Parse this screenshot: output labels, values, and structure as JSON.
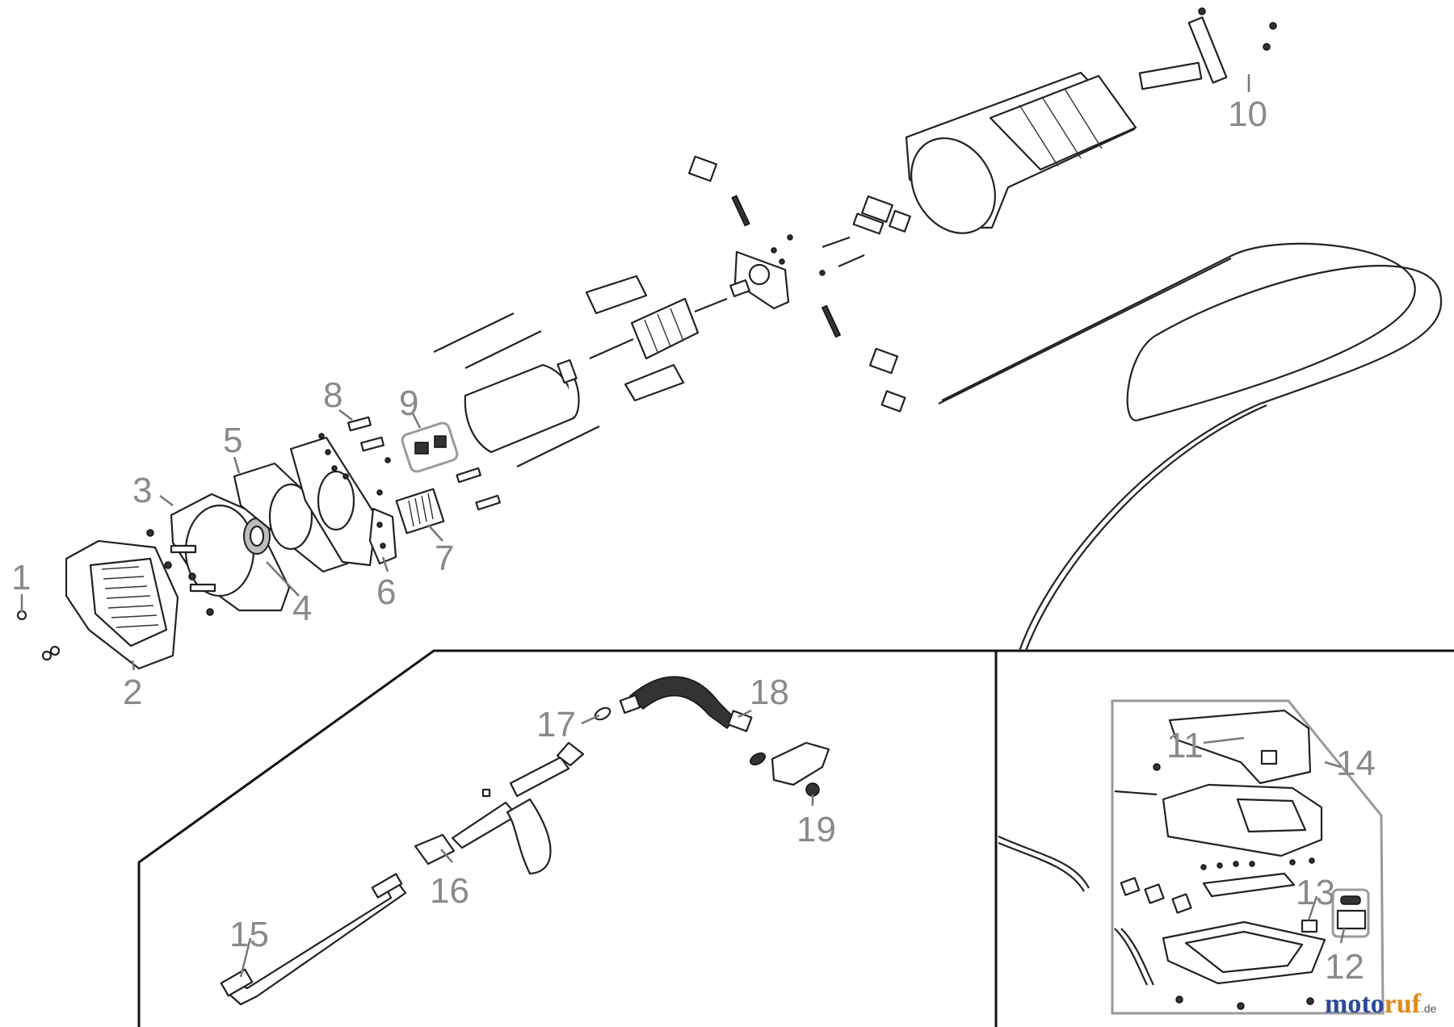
{
  "labels": {
    "p1": "1",
    "p2": "2",
    "p3": "3",
    "p4": "4",
    "p5": "5",
    "p6": "6",
    "p7": "7",
    "p8": "8",
    "p9": "9",
    "p10": "10",
    "p11": "11",
    "p12": "12",
    "p13": "13",
    "p14": "14",
    "p15": "15",
    "p16": "16",
    "p17": "17",
    "p18": "18",
    "p19": "19"
  },
  "watermark": {
    "brand_a": "moto",
    "brand_b": "ruf",
    "suffix": ".de"
  },
  "colors": {
    "label": "#8a8a8a",
    "line": "#222222",
    "brand_blue": "#2a4a9a",
    "brand_orange": "#e08a1a"
  }
}
